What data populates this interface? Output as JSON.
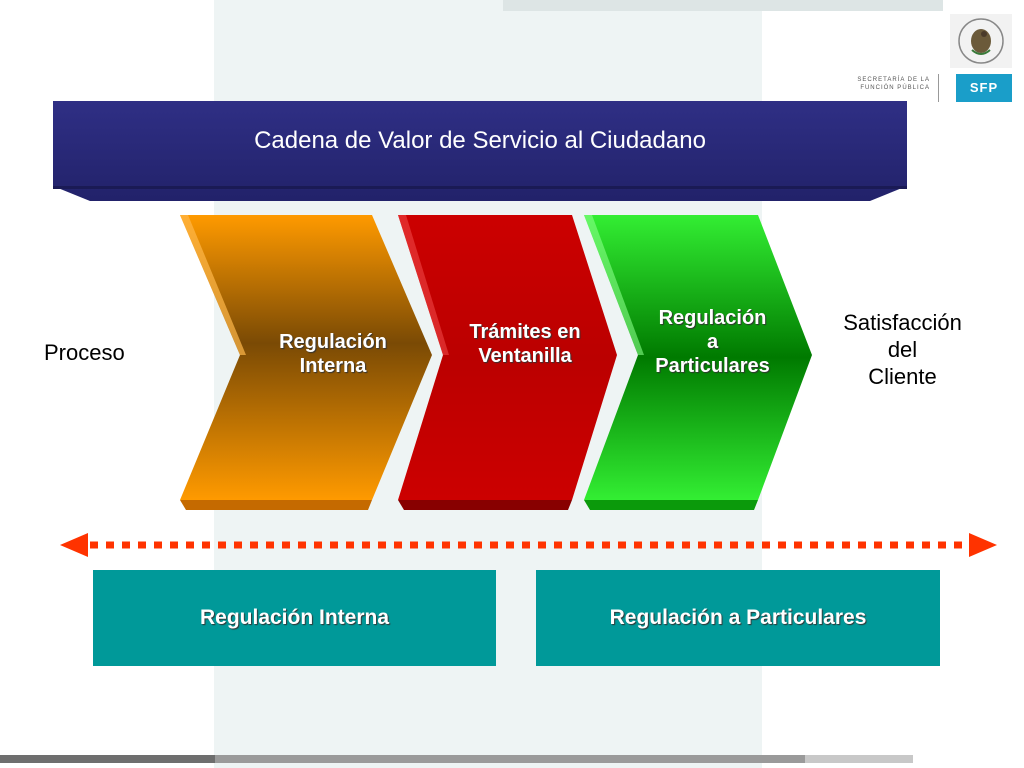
{
  "title": "Cadena de Valor de Servicio al Ciudadano",
  "logo": {
    "seal_icon": "mexican-coat-of-arms-icon",
    "ministry_line1": "SECRETARÍA DE LA",
    "ministry_line2": "FUNCIÓN PÚBLICA",
    "badge": "SFP"
  },
  "left_label": "Proceso",
  "right_label": {
    "line1": "Satisfacción",
    "line2": "del",
    "line3": "Cliente"
  },
  "chevrons": [
    {
      "lines": [
        "Regulación",
        "Interna"
      ],
      "color": "#f08a00"
    },
    {
      "lines": [
        "Trámites en",
        "Ventanilla"
      ],
      "color": "#cc0000"
    },
    {
      "lines": [
        "Regulación",
        "a",
        "Particulares"
      ],
      "color": "#22cc22"
    }
  ],
  "arrow": {
    "color": "#ff3300"
  },
  "boxes": {
    "left": "Regulación Interna",
    "right": "Regulación a Particulares"
  },
  "colors": {
    "banner": "#2a2a78",
    "boxes": "#009999"
  }
}
